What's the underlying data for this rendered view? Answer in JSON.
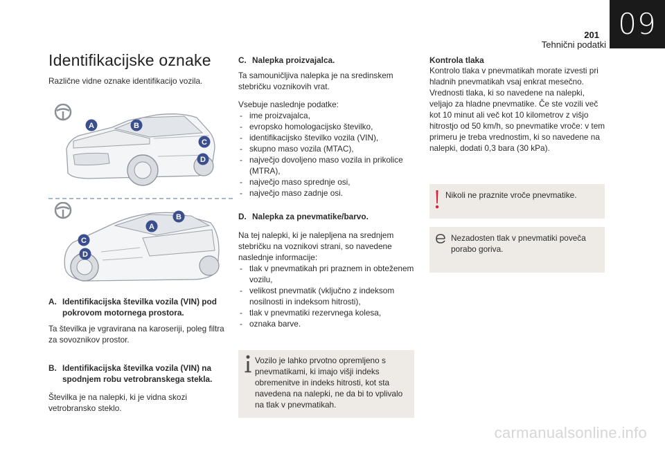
{
  "header": {
    "chapter": "09",
    "page_number": "201",
    "section_title": "Tehnični podatki"
  },
  "col1": {
    "title": "Identifikacijske oznake",
    "intro": "Različne vidne oznake identifikacijo vozila.",
    "figure1_labels": [
      "A",
      "B",
      "C",
      "D"
    ],
    "figure2_labels": [
      "A",
      "B",
      "C",
      "D"
    ],
    "item_a": {
      "label": "A.",
      "heading": "Identifikacijska številka vozila (VIN) pod pokrovom motornega prostora.",
      "text": "Ta številka je vgravirana na karoseriji, poleg filtra za sovoznikov prostor."
    },
    "item_b": {
      "label": "B.",
      "heading": "Identifikacijska številka vozila (VIN) na spodnjem robu vetrobranskega stekla.",
      "text": "Številka je na nalepki, ki je vidna skozi vetrobransko steklo."
    }
  },
  "col2": {
    "item_c": {
      "label": "C.",
      "heading": "Nalepka proizvajalca.",
      "text": "Ta samouničljiva nalepka je na sredinskem stebričku voznikovih vrat.",
      "list_intro": "Vsebuje naslednje podatke:",
      "list": [
        "ime proizvajalca,",
        "evropsko homologacijsko številko,",
        "identifikacijsko številko vozila (VIN),",
        "skupno maso vozila (MTAC),",
        "največjo dovoljeno maso vozila in prikolice (MTRA),",
        "največjo maso sprednje osi,",
        "največjo maso zadnje osi."
      ]
    },
    "item_d": {
      "label": "D.",
      "heading": "Nalepka za pnevmatike/barvo.",
      "text": "Na tej nalepki, ki je nalepljena na srednjem stebričku na voznikovi strani, so navedene naslednje informacije:",
      "list": [
        "tlak v pnevmatikah pri praznem in obteženem vozilu,",
        "velikost pnevmatik (vključno z indeksom nosilnosti in indeksom hitrosti),",
        "tlak v pnevmatiki rezervnega kolesa,",
        "oznaka barve."
      ]
    },
    "info_note": "Vozilo je lahko prvotno opremljeno s pnevmatikami, ki imajo višji indeks obremenitve in indeks hitrosti, kot sta navedena na nalepki, ne da bi to vplivalo na tlak v pnevmatikah."
  },
  "col3": {
    "heading": "Kontrola tlaka",
    "text": "Kontrolo tlaka v pnevmatikah morate izvesti pri hladnih pnevmatikah vsaj enkrat mesečno. Vrednosti tlaka, ki so navedene na nalepki, veljajo za hladne pnevmatike. Če ste vozili več kot 10 minut ali več kot 10 kilometrov z višjo hitrostjo od 50 km/h, so pnevmatike vroče: v tem primeru je treba vrednostim, ki so navedene na nalepki, dodati 0,3 bara (30 kPa).",
    "warning_note": "Nikoli ne praznite vroče pnevmatike.",
    "eco_note": "Nezadosten tlak v pnevmatiki poveča porabo goriva."
  },
  "footer": {
    "watermark": "carmanualsonline.info"
  },
  "colors": {
    "badge": "#3b4f8f",
    "note_bg": "#eeebe6",
    "warning": "#d4213d",
    "divider": "#a8b5c4",
    "tab_bg": "#1a1a1a"
  },
  "icons": [
    "steering-wheel-icon",
    "info-icon",
    "warning-icon",
    "eco-icon"
  ]
}
